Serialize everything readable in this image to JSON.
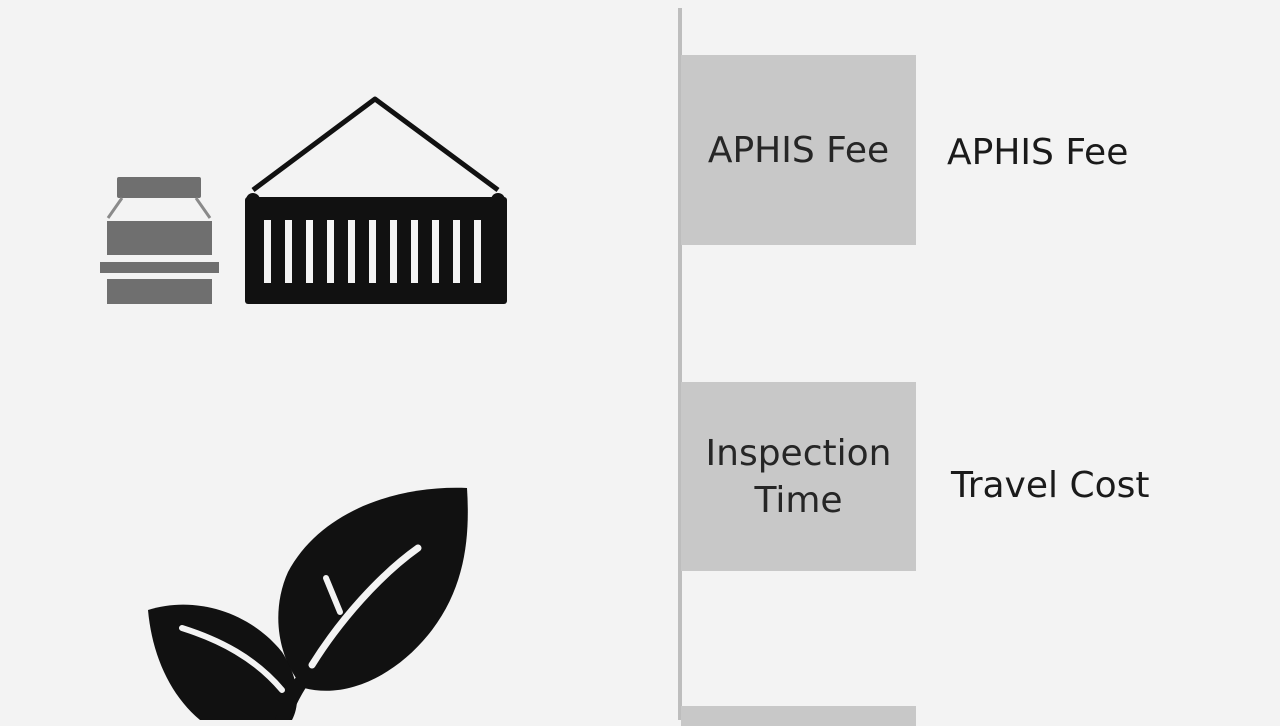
{
  "icons": {
    "jar": "jar-icon",
    "container": "shipping-container-icon",
    "plant": "plant-sprout-icon"
  },
  "steps": [
    {
      "box_label": "APHIS Fee",
      "side_label": "APHIS Fee"
    },
    {
      "box_label": "Inspection Time",
      "side_label": "Travel Cost"
    },
    {
      "box_label": "",
      "side_label": ""
    }
  ],
  "colors": {
    "background": "#f3f3f3",
    "box": "#c8c8c8",
    "divider": "#bdbdbd",
    "icon_dark": "#111111",
    "icon_gray": "#6f6f6f"
  }
}
